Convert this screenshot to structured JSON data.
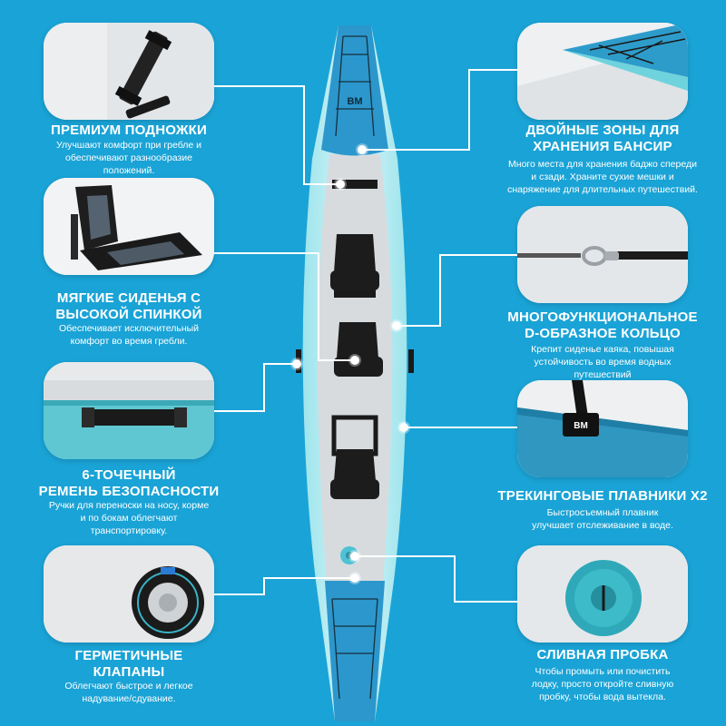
{
  "colors": {
    "background": "#1aa3d6",
    "kayak_blue": "#2c97cc",
    "kayak_light": "#bfeaf0",
    "hull_grey": "#d8dcdf",
    "seat_black": "#1c1c1c"
  },
  "features": {
    "footrests": {
      "title_line1": "ПРЕМИУМ ПОДНОЖКИ",
      "desc_line1": "Улучшают комфорт при гребле и",
      "desc_line2": "обеспечивают разнообразие",
      "desc_line3": "положений.",
      "icon": "footrest-photo"
    },
    "seats": {
      "title_line1": "МЯГКИЕ СИДЕНЬЯ С",
      "title_line2": "ВЫСОКОЙ СПИНКОЙ",
      "desc_line1": "Обеспечивает исключительный",
      "desc_line2": "комфорт во время гребли.",
      "icon": "seat-photo"
    },
    "handles": {
      "title_line1": "6-ТОЧЕЧНЫЙ",
      "title_line2": "РЕМЕНЬ БЕЗОПАСНОСТИ",
      "desc_line1": "Ручки для переноски на носу, корме",
      "desc_line2": "и по бокам облегчают",
      "desc_line3": "транспортировку.",
      "icon": "handle-photo"
    },
    "valves": {
      "title_line1": "ГЕРМЕТИЧНЫЕ",
      "title_line2": "КЛАПАНЫ",
      "desc_line1": "Облегчают быстрое и легкое",
      "desc_line2": "надувание/сдувание.",
      "icon": "valve-photo"
    },
    "storage": {
      "title_line1": "ДВОЙНЫЕ ЗОНЫ ДЛЯ",
      "title_line2": "ХРАНЕНИЯ БАНСИР",
      "desc_line1": "Много места для хранения баджо спереди",
      "desc_line2": "и сзади. Храните сухие мешки и",
      "desc_line3": "снаряжение для длительных путешествий.",
      "icon": "bungee-storage-photo"
    },
    "dring": {
      "title_line1": "МНОГОФУНКЦИОНАЛЬНОЕ",
      "title_line2": "D-ОБРАЗНОЕ КОЛЬЦО",
      "desc_line1": "Крепит сиденье каяка, повышая",
      "desc_line2": "устойчивость во время водных",
      "desc_line3": "путешествий",
      "icon": "d-ring-photo"
    },
    "fins": {
      "title_line1": "ТРЕКИНГОВЫЕ ПЛАВНИКИ X2",
      "desc_line1": "Быстросъемный плавник",
      "desc_line2": "улучшает отслеживание в воде.",
      "icon": "fin-photo",
      "logo_text": "BM"
    },
    "drain": {
      "title_line1": "СЛИВНАЯ ПРОБКА",
      "desc_line1": "Чтобы промыть или почистить",
      "desc_line2": "лодку, просто откройте сливную",
      "desc_line3": "пробку, чтобы вода вытекла.",
      "icon": "drain-plug-photo"
    }
  },
  "kayak": {
    "logo_text": "BM",
    "seat_count": 3
  }
}
